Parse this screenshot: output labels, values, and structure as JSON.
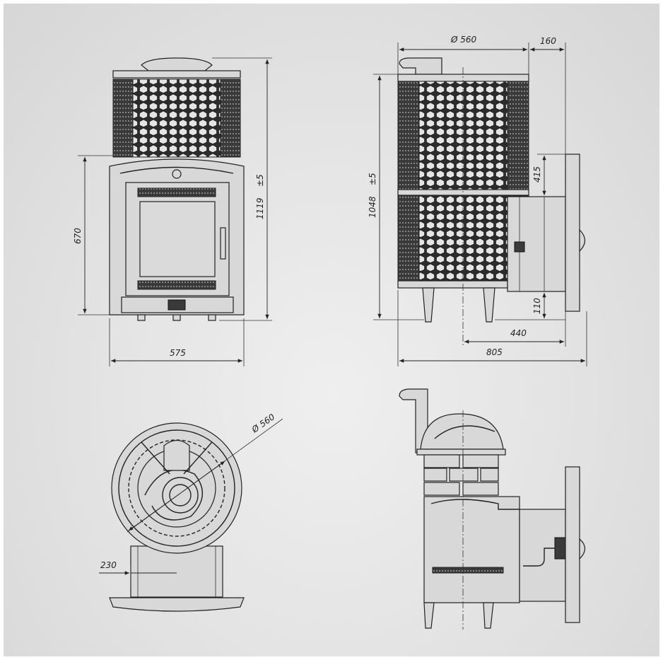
{
  "front_view": {
    "width_label": "575",
    "door_height_label": "670",
    "total_height_label": "1119",
    "tolerance": "±5"
  },
  "side_view": {
    "diameter_label": "Ø 560",
    "tunnel_extra_label": "160",
    "height_label": "1048",
    "tolerance": "±5",
    "tunnel_top_label": "415",
    "tunnel_bottom_label": "110",
    "tunnel_length_label": "440",
    "total_depth_label": "805"
  },
  "top_view": {
    "diameter_label": "Ø 560",
    "tunnel_width_label": "230"
  }
}
